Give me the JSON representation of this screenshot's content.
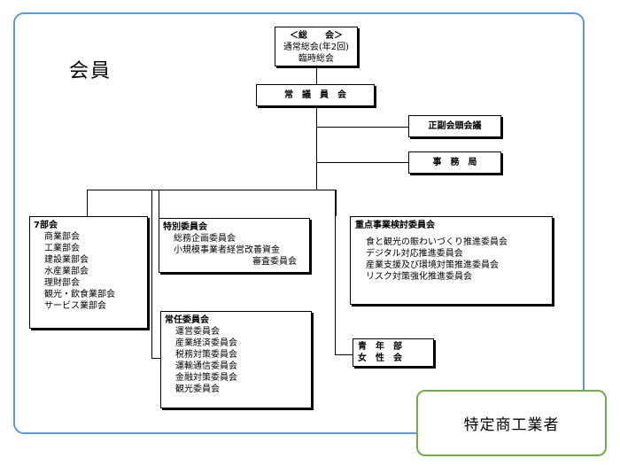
{
  "member_label": "会員",
  "soukai": {
    "title": "＜総　　会＞",
    "lines": [
      "通常総会(年2回)",
      "臨時総会"
    ]
  },
  "jogiinkai": "常　議　員　会",
  "seifuku": "正副会頭会議",
  "jimukyoku": "事　務　局",
  "bukai": {
    "title": "7部会",
    "items": [
      "商業部会",
      "工業部会",
      "建設業部会",
      "水産業部会",
      "理財部会",
      "観光・飲食業部会",
      "サービス業部会"
    ]
  },
  "tokubetsu": {
    "title": "特別委員会",
    "items": [
      "総務企画委員会",
      "小規模事業者経営改善資金",
      "審査委員会"
    ]
  },
  "jonin": {
    "title": "常任委員会",
    "items": [
      "運営委員会",
      "産業経済委員会",
      "税務対策委員会",
      "運輸通信委員会",
      "金融対策委員会",
      "観光委員会"
    ]
  },
  "juten": {
    "title": "重点事業検討委員会",
    "items": [
      "食と観光の賑わいづくり推進委員会",
      "デジタル対応推進委員会",
      "産業支援及び環境対策推進委員会",
      "リスク対策強化推進委員会"
    ]
  },
  "seinen": [
    "青　年　部",
    "女　性　会"
  ],
  "tokutei": "特定商工業者"
}
